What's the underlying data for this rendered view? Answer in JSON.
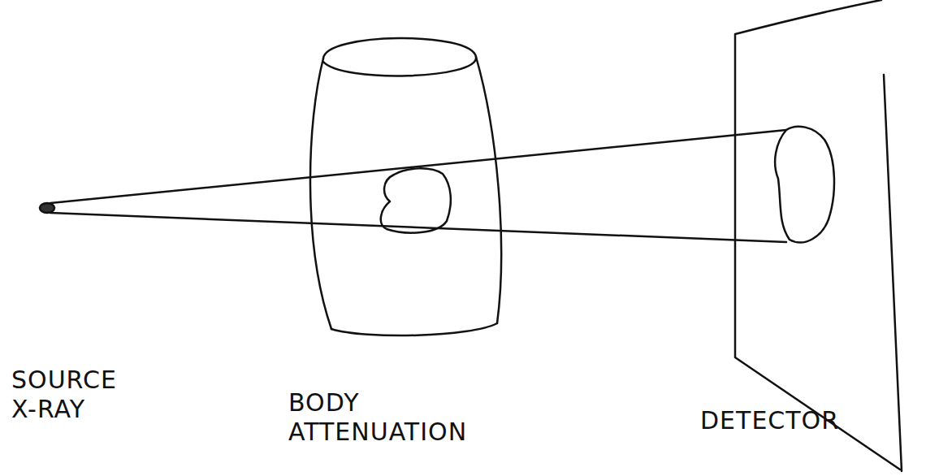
{
  "diagram": {
    "labels": [
      "SOURCE X-RAY",
      "BODY ATTENUATION",
      "DETECTOR"
    ]
  }
}
